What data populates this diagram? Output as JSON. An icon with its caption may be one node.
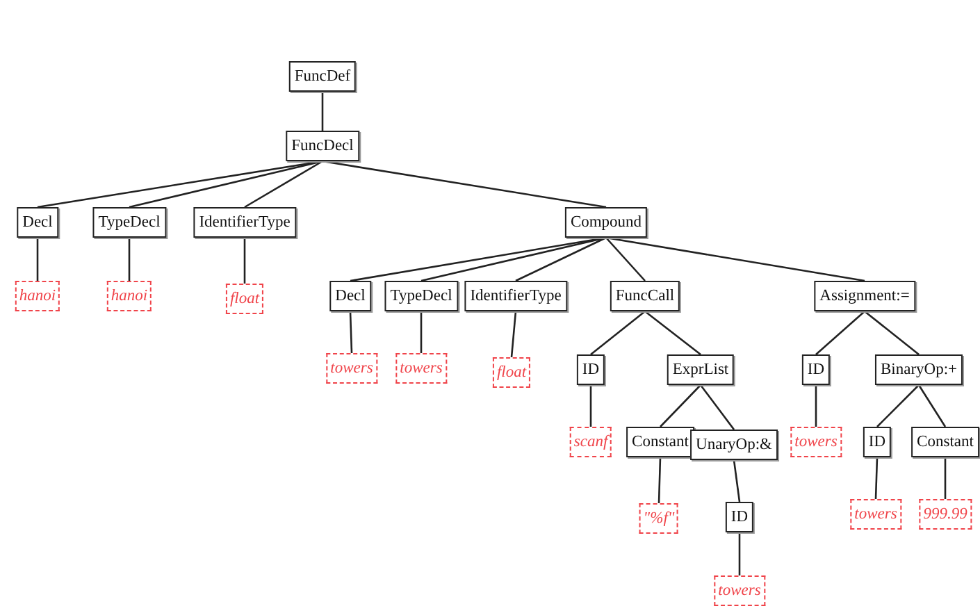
{
  "diagram": {
    "nodes": [
      {
        "text": [
          "FuncDef"
        ]
      },
      {
        "text": [
          "FuncDecl"
        ]
      },
      {
        "text": [
          "Decl"
        ]
      },
      {
        "text": [
          "TypeDecl"
        ]
      },
      {
        "text": [
          "IdentifierType"
        ]
      },
      {
        "text": [
          "Compound"
        ]
      },
      {
        "text": [
          "hanoi"
        ]
      },
      {
        "text": [
          "hanoi"
        ]
      },
      {
        "text": [
          "float"
        ]
      },
      {
        "text": [
          "Decl"
        ]
      },
      {
        "text": [
          "TypeDecl"
        ]
      },
      {
        "text": [
          "IdentifierType"
        ]
      },
      {
        "text": [
          "FuncCall"
        ]
      },
      {
        "text": [
          "Assignment:="
        ]
      },
      {
        "text": [
          "towers"
        ]
      },
      {
        "text": [
          "towers"
        ]
      },
      {
        "text": [
          "float"
        ]
      },
      {
        "text": [
          "ID"
        ]
      },
      {
        "text": [
          "ExprList"
        ]
      },
      {
        "text": [
          "ID"
        ]
      },
      {
        "text": [
          "BinaryOp:+"
        ]
      },
      {
        "text": [
          "scanf"
        ]
      },
      {
        "text": [
          "Constant"
        ]
      },
      {
        "text": [
          "UnaryOp:&"
        ]
      },
      {
        "text": [
          "towers"
        ]
      },
      {
        "text": [
          "ID"
        ]
      },
      {
        "text": [
          "Constant"
        ]
      },
      {
        "text": [
          "\"%f\""
        ]
      },
      {
        "text": [
          "ID"
        ]
      },
      {
        "text": [
          "towers"
        ]
      },
      {
        "text": [
          "999.99"
        ]
      },
      {
        "text": [
          "towers"
        ]
      }
    ],
    "edges": [
      {
        "from": 0,
        "to": 1,
        "arrow": "none"
      },
      {
        "from": 1,
        "to": 2,
        "arrow": "none"
      },
      {
        "from": 1,
        "to": 3,
        "arrow": "none"
      },
      {
        "from": 1,
        "to": 4,
        "arrow": "none"
      },
      {
        "from": 1,
        "to": 5,
        "arrow": "none"
      },
      {
        "from": 2,
        "to": 6,
        "arrow": "none"
      },
      {
        "from": 3,
        "to": 7,
        "arrow": "none"
      },
      {
        "from": 4,
        "to": 8,
        "arrow": "none"
      },
      {
        "from": 5,
        "to": 9,
        "arrow": "none"
      },
      {
        "from": 5,
        "to": 10,
        "arrow": "none"
      },
      {
        "from": 5,
        "to": 11,
        "arrow": "none"
      },
      {
        "from": 5,
        "to": 12,
        "arrow": "none"
      },
      {
        "from": 5,
        "to": 13,
        "arrow": "none"
      },
      {
        "from": 9,
        "to": 14,
        "arrow": "none"
      },
      {
        "from": 10,
        "to": 15,
        "arrow": "none"
      },
      {
        "from": 11,
        "to": 16,
        "arrow": "none"
      },
      {
        "from": 12,
        "to": 17,
        "arrow": "none"
      },
      {
        "from": 12,
        "to": 18,
        "arrow": "none"
      },
      {
        "from": 13,
        "to": 19,
        "arrow": "none"
      },
      {
        "from": 13,
        "to": 20,
        "arrow": "none"
      },
      {
        "from": 17,
        "to": 21,
        "arrow": "none"
      },
      {
        "from": 18,
        "to": 22,
        "arrow": "none"
      },
      {
        "from": 18,
        "to": 23,
        "arrow": "none"
      },
      {
        "from": 19,
        "to": 24,
        "arrow": "none"
      },
      {
        "from": 20,
        "to": 25,
        "arrow": "none"
      },
      {
        "from": 20,
        "to": 26,
        "arrow": "none"
      },
      {
        "from": 22,
        "to": 27,
        "arrow": "none"
      },
      {
        "from": 23,
        "to": 28,
        "arrow": "none"
      },
      {
        "from": 25,
        "to": 29,
        "arrow": "none"
      },
      {
        "from": 26,
        "to": 30,
        "arrow": "none"
      },
      {
        "from": 28,
        "to": 31,
        "arrow": "none"
      }
    ]
  }
}
